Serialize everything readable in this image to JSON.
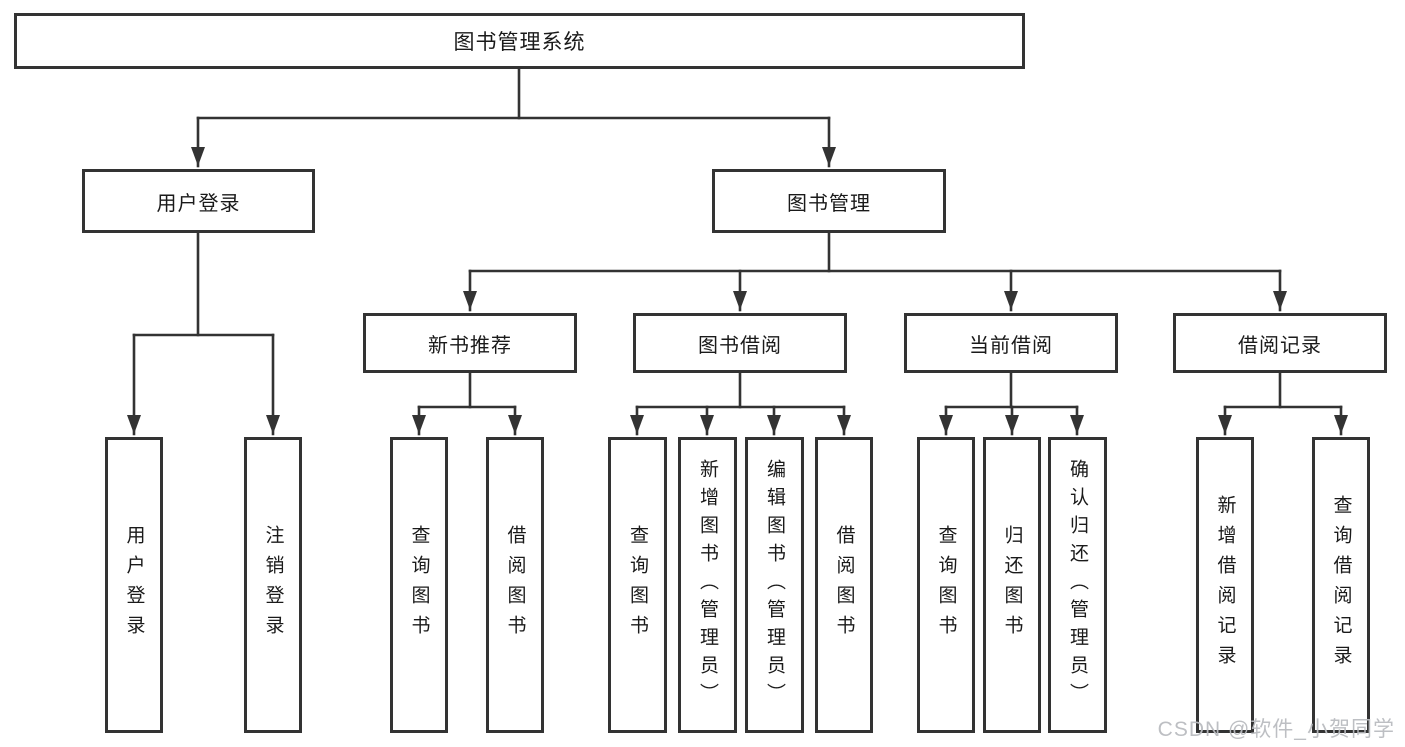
{
  "diagram": {
    "type": "hierarchy",
    "colors": {
      "line": "#333333",
      "box_border": "#333333",
      "text": "#1a1a1a",
      "background": "#ffffff",
      "watermark": "#b9bcc0"
    }
  },
  "tree": {
    "label": "图书管理系统",
    "children": [
      {
        "label": "用户登录",
        "children": [
          {
            "label": "用户登录"
          },
          {
            "label": "注销登录"
          }
        ]
      },
      {
        "label": "图书管理",
        "children": [
          {
            "label": "新书推荐",
            "children": [
              {
                "label": "查询图书"
              },
              {
                "label": "借阅图书"
              }
            ]
          },
          {
            "label": "图书借阅",
            "children": [
              {
                "label": "查询图书"
              },
              {
                "label": "新增图书（管理员）"
              },
              {
                "label": "编辑图书（管理员）"
              },
              {
                "label": "借阅图书"
              }
            ]
          },
          {
            "label": "当前借阅",
            "children": [
              {
                "label": "查询图书"
              },
              {
                "label": "归还图书"
              },
              {
                "label": "确认归还（管理员）"
              }
            ]
          },
          {
            "label": "借阅记录",
            "children": [
              {
                "label": "新增借阅记录"
              },
              {
                "label": "查询借阅记录"
              }
            ]
          }
        ]
      }
    ]
  },
  "watermark": {
    "text": "CSDN @软件_小贺同学"
  }
}
